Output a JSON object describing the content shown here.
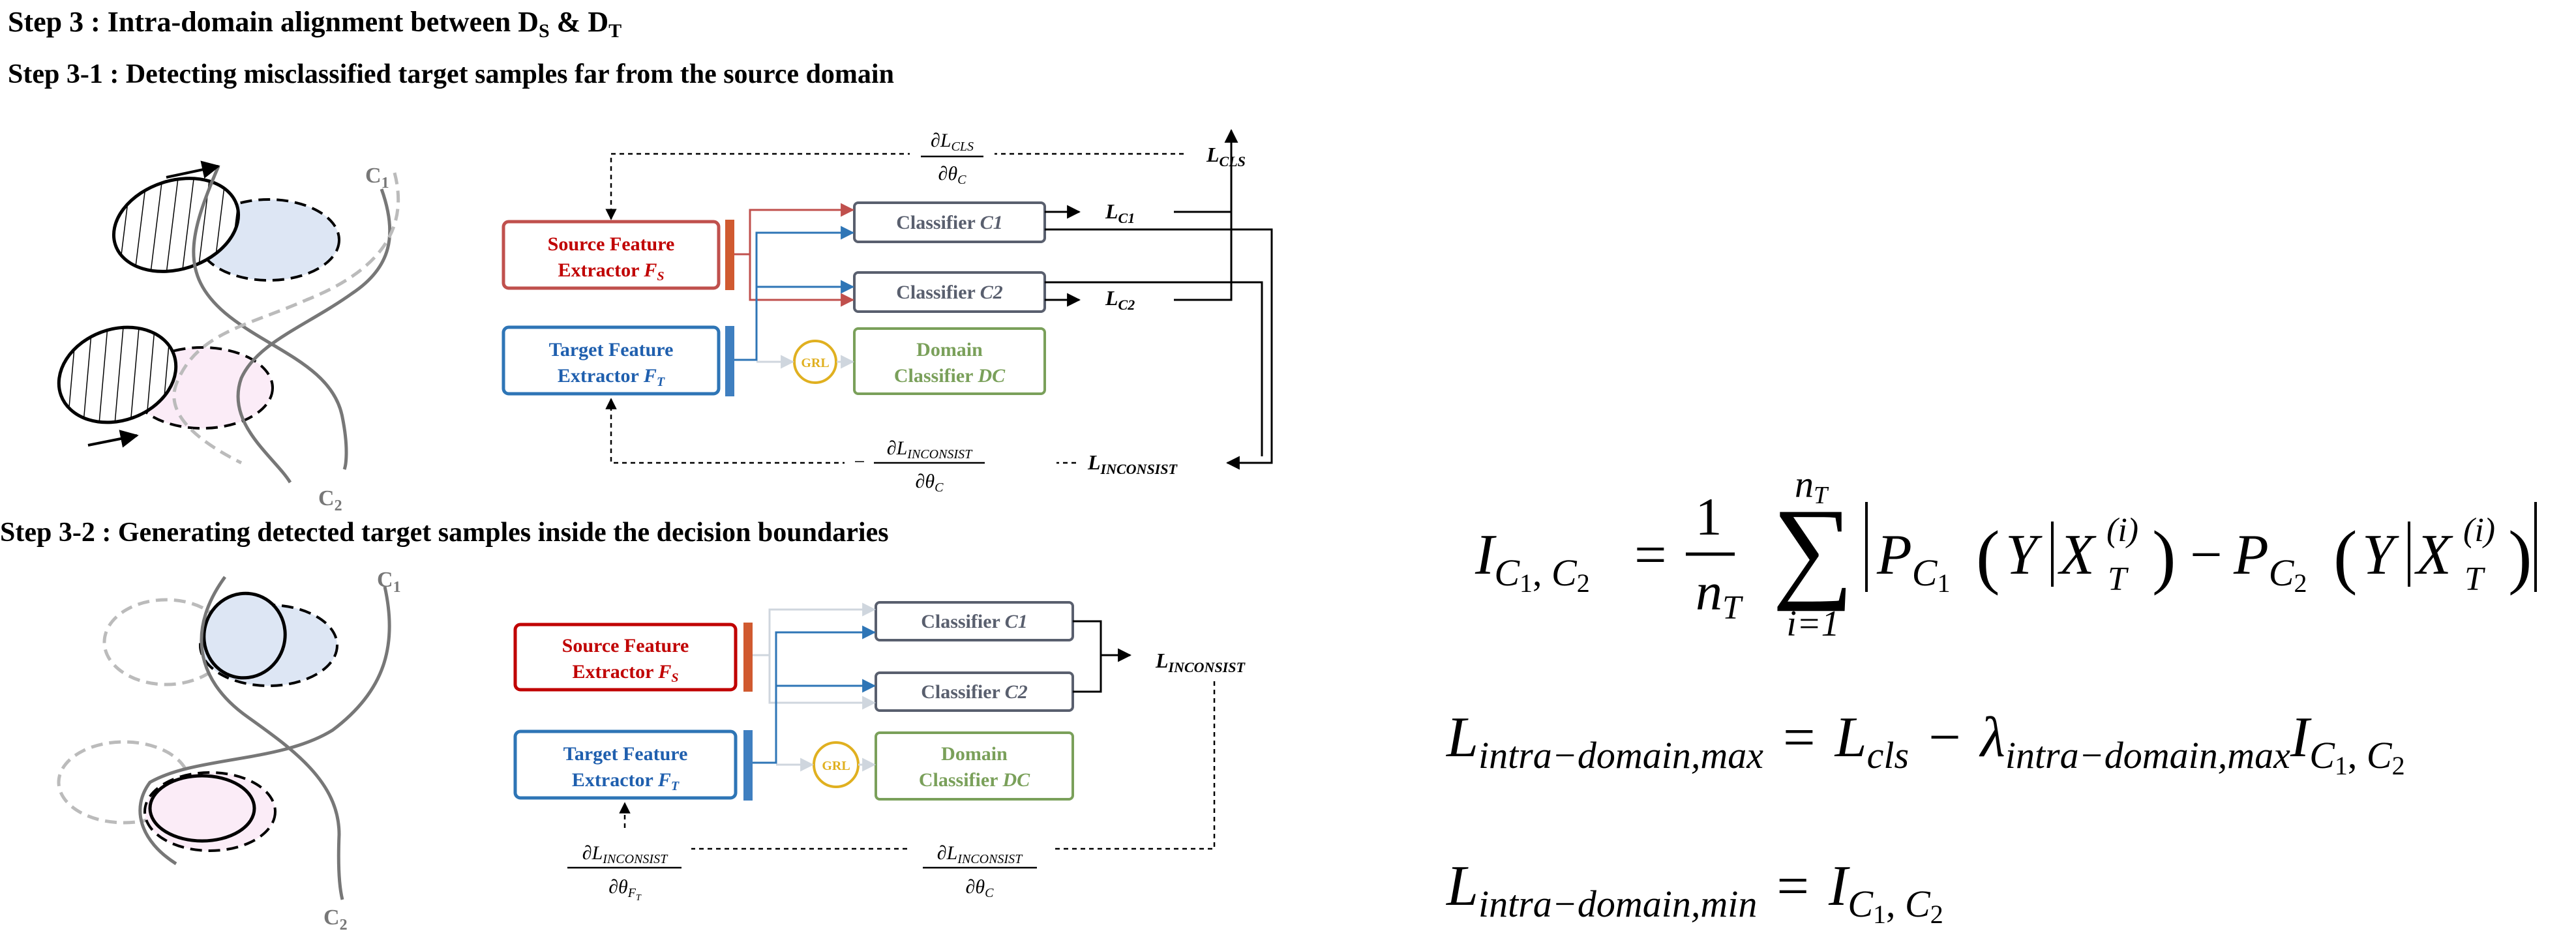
{
  "headings": {
    "step3_prefix": "Step 3 : Intra-domain alignment between D",
    "step3_sub_s": "S",
    "step3_amp": " & D",
    "step3_sub_t": "T",
    "step31": "Step 3-1 : Detecting misclassified target samples far from the source domain",
    "step32": "Step 3-2 : Generating detected target samples inside the decision boundaries"
  },
  "diagram1": {
    "source_extractor": {
      "line1": "Source Feature",
      "line2": "Extractor ",
      "var": "F",
      "sub": "S"
    },
    "target_extractor": {
      "line1": "Target Feature",
      "line2": "Extractor ",
      "var": "F",
      "sub": "T"
    },
    "classifier1": {
      "text": "Classifier ",
      "var": "C1"
    },
    "classifier2": {
      "text": "Classifier ",
      "var": "C2"
    },
    "domain_classifier": {
      "line1": "Domain",
      "line2": "Classifier ",
      "var": "DC"
    },
    "grl": "GRL",
    "loss_c1": {
      "main": "L",
      "sub": "C1"
    },
    "loss_c2": {
      "main": "L",
      "sub": "C2"
    },
    "loss_cls": {
      "main": "L",
      "sub": "CLS"
    },
    "loss_inconsist": {
      "main": "L",
      "sub": "INCONSIST"
    },
    "grad_top": {
      "num_main": "∂L",
      "num_sub": "CLS",
      "den_main": "∂θ",
      "den_sub": "C"
    },
    "grad_bottom": {
      "sign": "−",
      "num_main": "∂L",
      "num_sub": "INCONSIST",
      "den_main": "∂θ",
      "den_sub": "C"
    },
    "cluster_c1": {
      "main": "C",
      "sub": "1"
    },
    "cluster_c2": {
      "main": "C",
      "sub": "2"
    }
  },
  "diagram2": {
    "source_extractor": {
      "line1": "Source Feature",
      "line2": "Extractor ",
      "var": "F",
      "sub": "S"
    },
    "target_extractor": {
      "line1": "Target Feature",
      "line2": "Extractor ",
      "var": "F",
      "sub": "T"
    },
    "classifier1": {
      "text": "Classifier ",
      "var": "C1"
    },
    "classifier2": {
      "text": "Classifier ",
      "var": "C2"
    },
    "domain_classifier": {
      "line1": "Domain",
      "line2": "Classifier ",
      "var": "DC"
    },
    "grl": "GRL",
    "loss_inconsist": {
      "main": "L",
      "sub": "INCONSIST"
    },
    "grad_ft": {
      "num_main": "∂L",
      "num_sub": "INCONSIST",
      "den_main": "∂θ",
      "den_sub": "F",
      "den_subsub": "T"
    },
    "grad_c": {
      "num_main": "∂L",
      "num_sub": "INCONSIST",
      "den_main": "∂θ",
      "den_sub": "C"
    },
    "cluster_c1": {
      "main": "C",
      "sub": "1"
    },
    "cluster_c2": {
      "main": "C",
      "sub": "2"
    }
  },
  "equations": {
    "eq1": {
      "lhs_main": "I",
      "lhs_sub": "C",
      "lhs_sub1": "1",
      "lhs_comma": ", ",
      "lhs_sub2": "2",
      "equals": "=",
      "frac_num": "1",
      "frac_den": "n",
      "frac_den_sub": "T",
      "sum_symbol": "∑",
      "sum_upper": "n",
      "sum_upper_sub": "T",
      "sum_lower": "i=1",
      "term_p": "P",
      "term_y": "Y",
      "term_x": "X",
      "term_x_sub": "T",
      "term_x_sup": "(i)",
      "minus": "−"
    },
    "eq2": {
      "lhs_main": "L",
      "lhs_sub": "intra−domain,max",
      "equals": "=",
      "rhs_l": "L",
      "rhs_l_sub": "cls",
      "minus": "−",
      "lambda": "λ",
      "lambda_sub": "intra−domain,max",
      "i_main": "I",
      "i_sub": "C",
      "i_sub1": "1",
      "i_comma": ", ",
      "i_sub2": "2"
    },
    "eq3": {
      "lhs_main": "L",
      "lhs_sub": "intra−domain,min",
      "equals": "=",
      "i_main": "I",
      "i_sub": "C",
      "i_sub1": "1",
      "i_comma": ", ",
      "i_sub2": "2"
    }
  },
  "colors": {
    "source": "#c00000",
    "source_border": "#c0504d",
    "source_bar": "#d05a30",
    "target": "#1f5fae",
    "target_border": "#2e75b6",
    "classifier": "#595f6e",
    "domain": "#7aa05a",
    "grl": "#e0b020",
    "blue_fill": "#dde6f4",
    "pink_fill": "#fbecf7",
    "curve": "#777777",
    "curve_dash": "#bbbbbb"
  }
}
